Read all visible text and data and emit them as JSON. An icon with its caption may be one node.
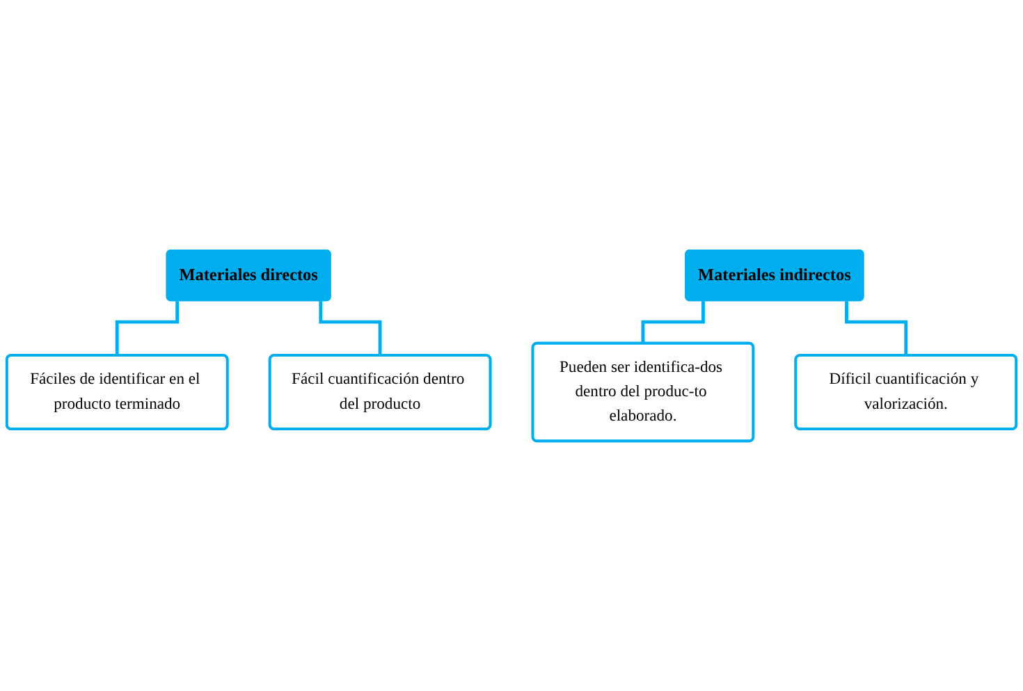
{
  "diagram": {
    "nodes": [
      {
        "text": [
          "Materiales directos"
        ]
      },
      {
        "text": [
          "Fáciles de identificar en el producto terminado"
        ]
      },
      {
        "text": [
          "Fácil cuantificación dentro del producto"
        ]
      },
      {
        "text": [
          "Materiales indirectos"
        ]
      },
      {
        "text": [
          "Pueden ser identifica-dos dentro del produc-to elaborado."
        ]
      },
      {
        "text": [
          "Díficil cuantificación y valorización."
        ]
      }
    ],
    "edges": [
      {
        "from": 0,
        "to": 1,
        "arrow": "none"
      },
      {
        "from": 0,
        "to": 2,
        "arrow": "none"
      },
      {
        "from": 3,
        "to": 4,
        "arrow": "none"
      },
      {
        "from": 3,
        "to": 5,
        "arrow": "none"
      }
    ]
  }
}
